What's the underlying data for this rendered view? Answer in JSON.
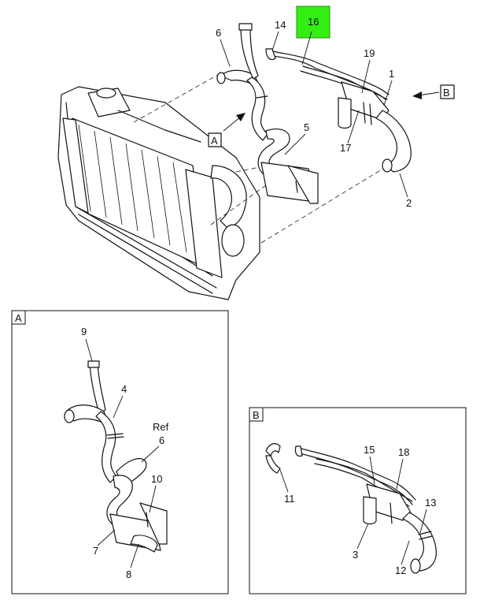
{
  "callouts": {
    "main": {
      "p6": "6",
      "p14": "14",
      "p16": "16",
      "p19": "19",
      "p1": "1",
      "p5": "5",
      "p17": "17",
      "p2": "2",
      "viewA": "A",
      "viewB": "B"
    },
    "detailA": {
      "frame": "A",
      "p9": "9",
      "p4": "4",
      "ref": "Ref",
      "p6": "6",
      "p10": "10",
      "p7": "7",
      "p8": "8"
    },
    "detailB": {
      "frame": "B",
      "p15": "15",
      "p18": "18",
      "p11": "11",
      "p13": "13",
      "p3": "3",
      "p12": "12"
    }
  },
  "colors": {
    "highlight": "#33ee11",
    "line": "#111111",
    "background": "#ffffff"
  }
}
